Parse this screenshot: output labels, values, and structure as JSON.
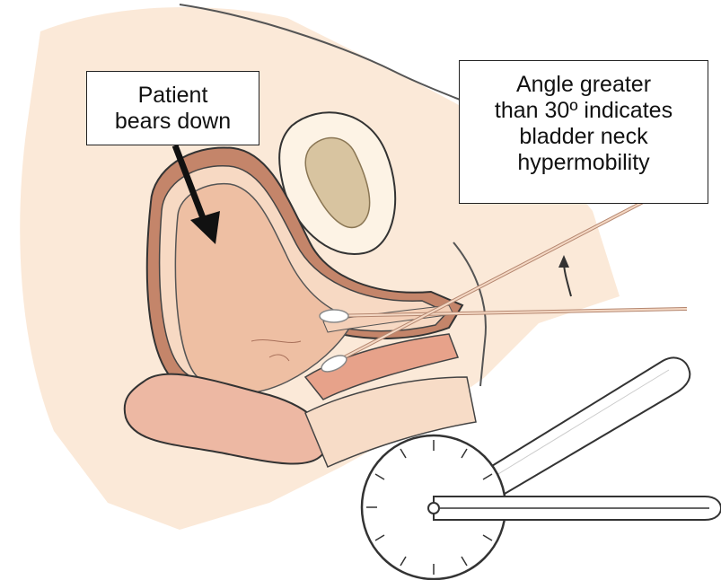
{
  "labels": {
    "left": [
      "Patient",
      "bears down"
    ],
    "right": [
      "Angle greater",
      "than 30º indicates",
      "bladder neck",
      "hypermobility"
    ]
  },
  "colors": {
    "skin": "#fbe7d3",
    "tissue_light": "#f5d3bc",
    "tissue_mid": "#eab79a",
    "tissue_dark": "#c9836a",
    "rectum": "#ebb7a3",
    "pubic_bone": "#d6c3a1",
    "swab_stick": "#e7c1a8",
    "goniometer": "#ffffff",
    "outline": "#2a2a2a",
    "arrow": "#111111"
  },
  "icons": {
    "pressure_arrow": "arrow-down-icon",
    "motion_arrow": "curved-arrow-up-icon"
  }
}
